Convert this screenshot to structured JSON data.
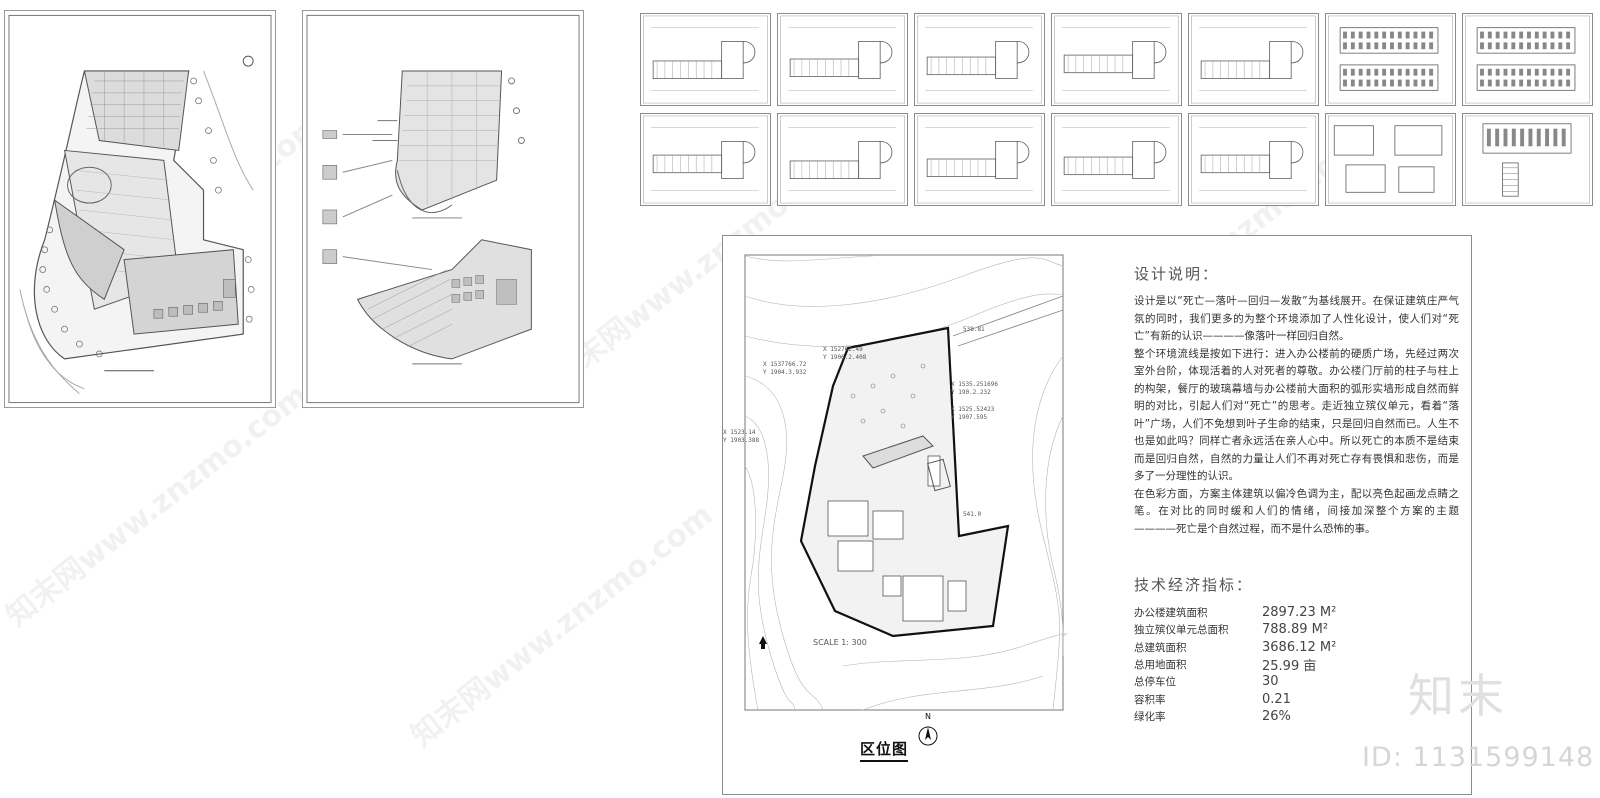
{
  "design_notes": {
    "title": "设计说明：",
    "paragraphs": [
      "设计是以“死亡—落叶—回归—发散”为基线展开。在保证建筑庄严气氛的同时，我们更多的为整个环境添加了人性化设计，使人们对“死亡”有新的认识————像落叶一样回归自然。",
      "整个环境流线是按如下进行：进入办公楼前的硬质广场，先经过两次室外台阶，体现活着的人对死者的尊敬。办公楼门厅前的柱子与柱上的构架，餐厅的玻璃幕墙与办公楼前大面积的弧形实墙形成自然而鲜明的对比，引起人们对“死亡”的思考。走近独立殡仪单元，看着“落叶”广场，人们不免想到叶子生命的结束，只是回归自然而已。人生不也是如此吗？同样亡者永远活在亲人心中。所以死亡的本质不是结束而是回归自然，自然的力量让人们不再对死亡存有畏惧和悲伤，而是多了一分理性的认识。",
      "在色彩方面，方案主体建筑以偏冷色调为主，配以亮色起画龙点睛之笔。在对比的同时缓和人们的情绪，间接加深整个方案的主题————死亡是个自然过程，而不是什么恐怖的事。"
    ]
  },
  "tech_indicators": {
    "title": "技术经济指标：",
    "rows": [
      {
        "label": "办公楼建筑面积",
        "value": "2897.23 M²"
      },
      {
        "label": "独立殡仪单元总面积",
        "value": "788.89 M²"
      },
      {
        "label": "总建筑面积",
        "value": "3686.12 M²"
      },
      {
        "label": "总用地面积",
        "value": "25.99 亩"
      },
      {
        "label": "总停车位",
        "value": "30"
      },
      {
        "label": "容积率",
        "value": "0.21"
      },
      {
        "label": "绿化率",
        "value": "26%"
      }
    ]
  },
  "location_map": {
    "label": "区位图",
    "scale": "SCALE 1: 300",
    "north": "N"
  },
  "brand": "知末",
  "id_label": "ID: 1131599148",
  "watermark": "知末网www.znzmo.com",
  "thumbnails": [
    "plan",
    "plan",
    "plan",
    "plan",
    "plan",
    "elevation",
    "elevation",
    "plan",
    "plan",
    "plan",
    "plan",
    "plan",
    "detail",
    "section"
  ],
  "colors": {
    "line": "#5a5a5a",
    "frame": "#8c8c8c",
    "text": "#333333"
  }
}
